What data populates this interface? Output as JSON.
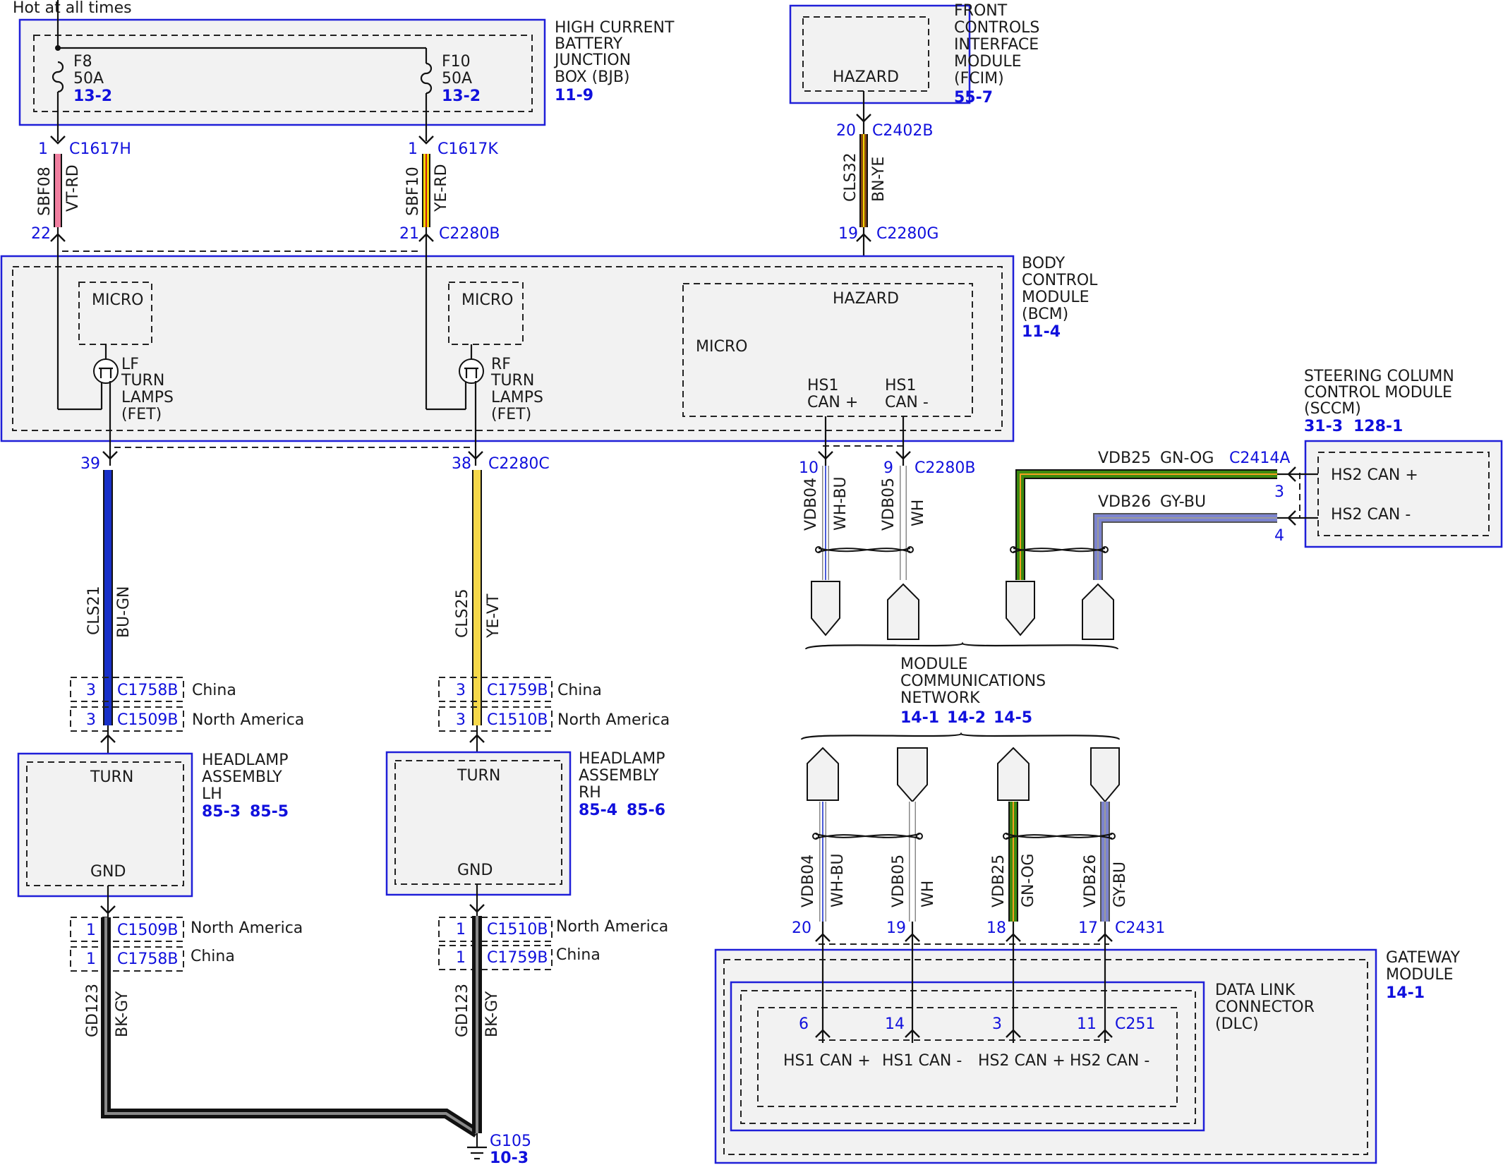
{
  "colors": {
    "frame": "#1f1fd8",
    "connector_text": "#1010dd",
    "VT-RD": "#f07fa0",
    "YE-RD": "#f5d800",
    "BN-YE": "#8a4b10",
    "BU-GN": "#1830c8",
    "YE-VT": "#f6d84a",
    "BK-GY": "#111111",
    "GN-OG": "#3c8a10",
    "GY-BU": "#7c84d0",
    "WH-BU": "#c9cef5",
    "WH": "#ffffff"
  },
  "supply": {
    "label": "Hot at all times"
  },
  "bjb": {
    "name_lines": [
      "HIGH CURRENT",
      "BATTERY",
      "JUNCTION",
      "BOX (BJB)"
    ],
    "ref": "11-9",
    "fuses": [
      {
        "id": "F8",
        "rating": "50A",
        "ref": "13-2"
      },
      {
        "id": "F10",
        "rating": "50A",
        "ref": "13-2"
      }
    ]
  },
  "fcim": {
    "name_lines": [
      "FRONT",
      "CONTROLS",
      "INTERFACE",
      "MODULE",
      "(FCIM)"
    ],
    "ref": "55-7",
    "inner": "HAZARD"
  },
  "bcm": {
    "name_lines": [
      "BODY",
      "CONTROL",
      "MODULE",
      "(BCM)"
    ],
    "ref": "11-4",
    "micro1": "MICRO",
    "micro2": "MICRO",
    "micro3": "MICRO",
    "hazard": "HAZARD",
    "lf_lines": [
      "LF",
      "TURN",
      "LAMPS",
      "(FET)"
    ],
    "rf_lines": [
      "RF",
      "TURN",
      "LAMPS",
      "(FET)"
    ],
    "hs1_pos": [
      "HS1",
      "CAN +"
    ],
    "hs1_neg": [
      "HS1",
      "CAN -"
    ]
  },
  "sccm": {
    "name_lines": [
      "STEERING COLUMN",
      "CONTROL MODULE",
      "(SCCM)"
    ],
    "refs": [
      "31-3",
      "128-1"
    ],
    "pin_pos": "HS2 CAN +",
    "pin_neg": "HS2 CAN -"
  },
  "headlamp_lh": {
    "name_lines": [
      "HEADLAMP",
      "ASSEMBLY",
      "LH"
    ],
    "refs": [
      "85-3",
      "85-5"
    ],
    "turn": "TURN",
    "gnd": "GND"
  },
  "headlamp_rh": {
    "name_lines": [
      "HEADLAMP",
      "ASSEMBLY",
      "RH"
    ],
    "refs": [
      "85-4",
      "85-6"
    ],
    "turn": "TURN",
    "gnd": "GND"
  },
  "network": {
    "name_lines": [
      "MODULE",
      "COMMUNICATIONS",
      "NETWORK"
    ],
    "refs": [
      "14-1",
      "14-2",
      "14-5"
    ]
  },
  "gateway": {
    "name_lines": [
      "GATEWAY",
      "MODULE"
    ],
    "ref": "14-1"
  },
  "dlc": {
    "name_lines": [
      "DATA LINK",
      "CONNECTOR",
      "(DLC)"
    ],
    "pins": [
      "HS1 CAN +",
      "HS1 CAN -",
      "HS2 CAN +",
      "HS2 CAN -"
    ],
    "pin_numbers": [
      "6",
      "14",
      "3",
      "11"
    ],
    "connector": "C251"
  },
  "ground": {
    "id": "G105",
    "ref": "10-3"
  },
  "connectors": {
    "c1617h": {
      "pin": "1",
      "id": "C1617H"
    },
    "c1617k": {
      "pin": "1",
      "id": "C1617K"
    },
    "c2402b": {
      "pin": "20",
      "id": "C2402B"
    },
    "c2280b_22": {
      "pin": "22"
    },
    "c2280b_21": {
      "pin": "21",
      "id": "C2280B"
    },
    "c2280g": {
      "pin": "19",
      "id": "C2280G"
    },
    "c2280c_39": {
      "pin": "39"
    },
    "c2280c_38": {
      "pin": "38",
      "id": "C2280C"
    },
    "c2280b_10": {
      "pin": "10"
    },
    "c2280b_9": {
      "pin": "9",
      "id": "C2280B"
    },
    "c2414a": {
      "id": "C2414A",
      "pin3": "3",
      "pin4": "4"
    },
    "c2431": {
      "id": "C2431",
      "pins": [
        "20",
        "19",
        "18",
        "17"
      ]
    }
  },
  "inline": {
    "lh_top": [
      {
        "pin": "3",
        "id": "C1758B",
        "region": "China"
      },
      {
        "pin": "3",
        "id": "C1509B",
        "region": "North America"
      }
    ],
    "rh_top": [
      {
        "pin": "3",
        "id": "C1759B",
        "region": "China"
      },
      {
        "pin": "3",
        "id": "C1510B",
        "region": "North America"
      }
    ],
    "lh_bot": [
      {
        "pin": "1",
        "id": "C1509B",
        "region": "North America"
      },
      {
        "pin": "1",
        "id": "C1758B",
        "region": "China"
      }
    ],
    "rh_bot": [
      {
        "pin": "1",
        "id": "C1510B",
        "region": "North America"
      },
      {
        "pin": "1",
        "id": "C1759B",
        "region": "China"
      }
    ]
  },
  "wires": {
    "sbf08": {
      "circuit": "SBF08",
      "color": "VT-RD"
    },
    "sbf10": {
      "circuit": "SBF10",
      "color": "YE-RD"
    },
    "cls32": {
      "circuit": "CLS32",
      "color": "BN-YE"
    },
    "cls21": {
      "circuit": "CLS21",
      "color": "BU-GN"
    },
    "cls25": {
      "circuit": "CLS25",
      "color": "YE-VT"
    },
    "gd123_l": {
      "circuit": "GD123",
      "color": "BK-GY"
    },
    "gd123_r": {
      "circuit": "GD123",
      "color": "BK-GY"
    },
    "vdb04_top": {
      "circuit": "VDB04",
      "color": "WH-BU"
    },
    "vdb05_top": {
      "circuit": "VDB05",
      "color": "WH"
    },
    "vdb25_top": {
      "circuit": "VDB25",
      "color": "GN-OG"
    },
    "vdb26_top": {
      "circuit": "VDB26",
      "color": "GY-BU"
    },
    "vdb04_bot": {
      "circuit": "VDB04",
      "color": "WH-BU"
    },
    "vdb05_bot": {
      "circuit": "VDB05",
      "color": "WH"
    },
    "vdb25_bot": {
      "circuit": "VDB25",
      "color": "GN-OG"
    },
    "vdb26_bot": {
      "circuit": "VDB26",
      "color": "GY-BU"
    }
  }
}
